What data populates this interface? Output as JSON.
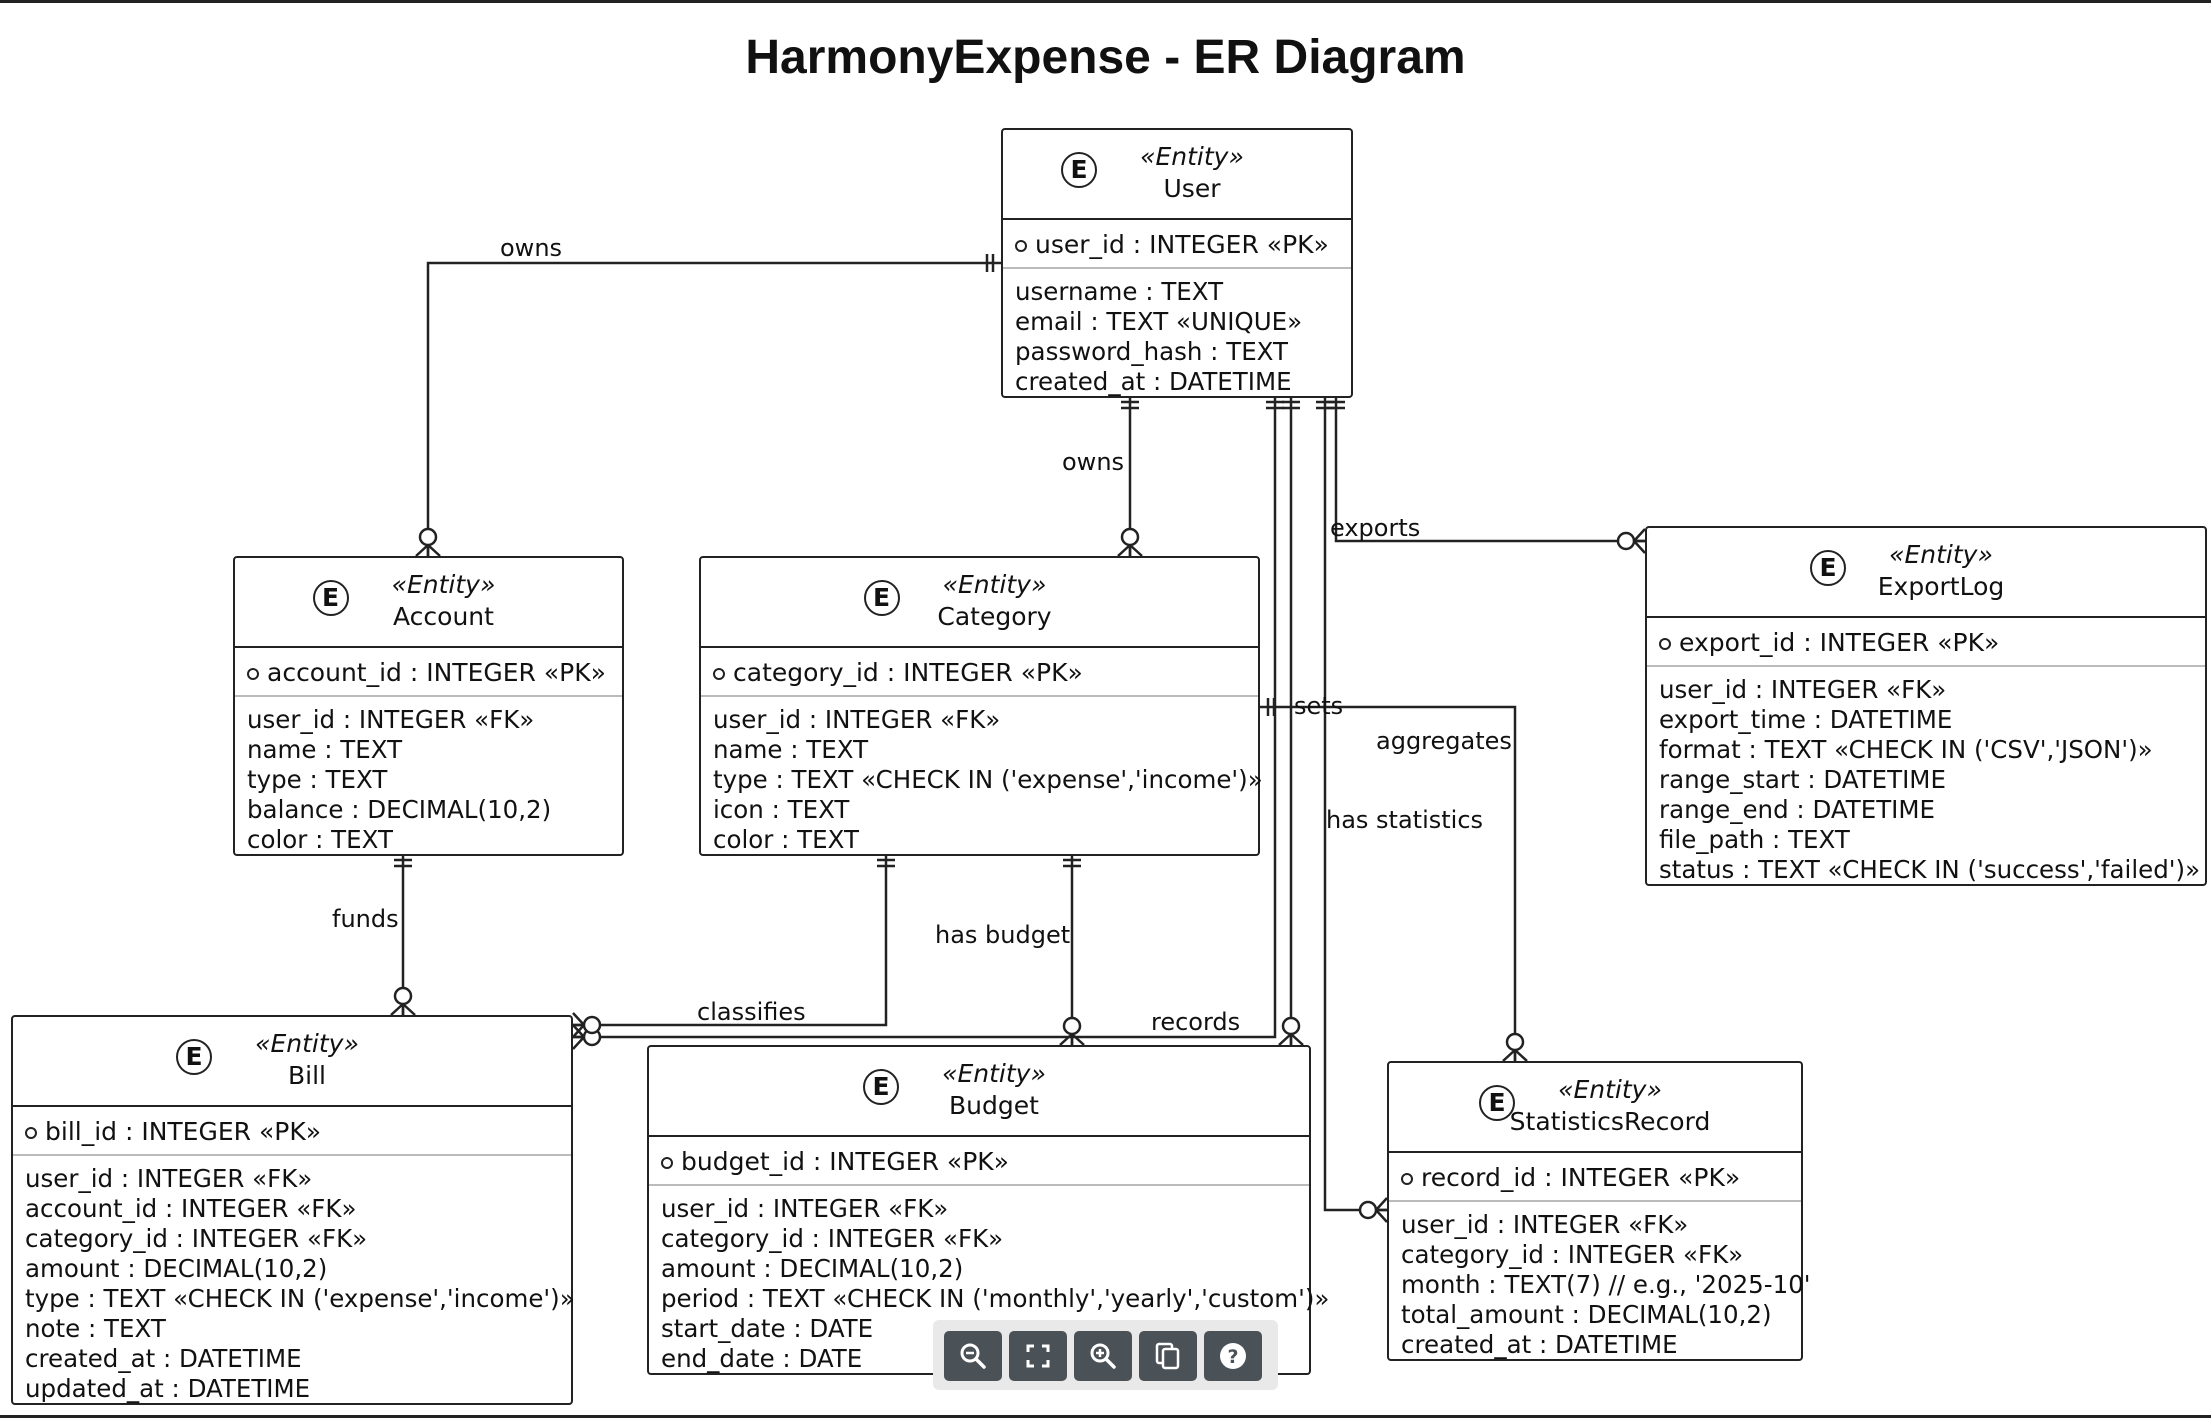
{
  "diagram": {
    "title": "HarmonyExpense - ER Diagram"
  },
  "entities": {
    "user": {
      "stereotype": "«Entity»",
      "name": "User",
      "badge": "E",
      "pk": "user_id : INTEGER «PK»",
      "fields": [
        "username : TEXT",
        "email : TEXT «UNIQUE»",
        "password_hash : TEXT",
        "created_at : DATETIME"
      ]
    },
    "account": {
      "stereotype": "«Entity»",
      "name": "Account",
      "badge": "E",
      "pk": "account_id : INTEGER «PK»",
      "fields": [
        "user_id : INTEGER «FK»",
        "name : TEXT",
        "type : TEXT",
        "balance : DECIMAL(10,2)",
        "color : TEXT"
      ]
    },
    "category": {
      "stereotype": "«Entity»",
      "name": "Category",
      "badge": "E",
      "pk": "category_id : INTEGER «PK»",
      "fields": [
        "user_id : INTEGER «FK»",
        "name : TEXT",
        "type : TEXT «CHECK IN ('expense','income')»",
        "icon : TEXT",
        "color : TEXT"
      ]
    },
    "exportlog": {
      "stereotype": "«Entity»",
      "name": "ExportLog",
      "badge": "E",
      "pk": "export_id : INTEGER «PK»",
      "fields": [
        "user_id : INTEGER «FK»",
        "export_time : DATETIME",
        "format : TEXT «CHECK IN ('CSV','JSON')»",
        "range_start : DATETIME",
        "range_end : DATETIME",
        "file_path : TEXT",
        "status : TEXT «CHECK IN ('success','failed')»"
      ]
    },
    "bill": {
      "stereotype": "«Entity»",
      "name": "Bill",
      "badge": "E",
      "pk": "bill_id : INTEGER «PK»",
      "fields": [
        "user_id : INTEGER «FK»",
        "account_id : INTEGER «FK»",
        "category_id : INTEGER «FK»",
        "amount : DECIMAL(10,2)",
        "type : TEXT «CHECK IN ('expense','income')»",
        "note : TEXT",
        "created_at : DATETIME",
        "updated_at : DATETIME"
      ]
    },
    "budget": {
      "stereotype": "«Entity»",
      "name": "Budget",
      "badge": "E",
      "pk": "budget_id : INTEGER «PK»",
      "fields": [
        "user_id : INTEGER «FK»",
        "category_id : INTEGER «FK»",
        "amount : DECIMAL(10,2)",
        "period : TEXT «CHECK IN ('monthly','yearly','custom')»",
        "start_date : DATE",
        "end_date : DATE"
      ]
    },
    "stats": {
      "stereotype": "«Entity»",
      "name": "StatisticsRecord",
      "badge": "E",
      "pk": "record_id : INTEGER «PK»",
      "fields": [
        "user_id : INTEGER «FK»",
        "category_id : INTEGER «FK»",
        "month : TEXT(7)  // e.g., '2025-10'",
        "total_amount : DECIMAL(10,2)",
        "created_at : DATETIME"
      ]
    }
  },
  "relationships": {
    "owns_account": "owns",
    "owns_category": "owns",
    "exports": "exports",
    "sets": "sets",
    "aggregates": "aggregates",
    "has_statistics": "has statistics",
    "funds": "funds",
    "has_budget": "has budget",
    "classifies": "classifies",
    "records": "records"
  },
  "toolbar": {
    "buttons": [
      {
        "icon": "zoom-out-icon"
      },
      {
        "icon": "fit-screen-icon"
      },
      {
        "icon": "zoom-in-icon"
      },
      {
        "icon": "copy-icon"
      },
      {
        "icon": "help-icon"
      }
    ]
  },
  "colors": {
    "line": "#222222",
    "toolbar_button": "#4a5157",
    "toolbar_bg": "#e9e9e9"
  }
}
